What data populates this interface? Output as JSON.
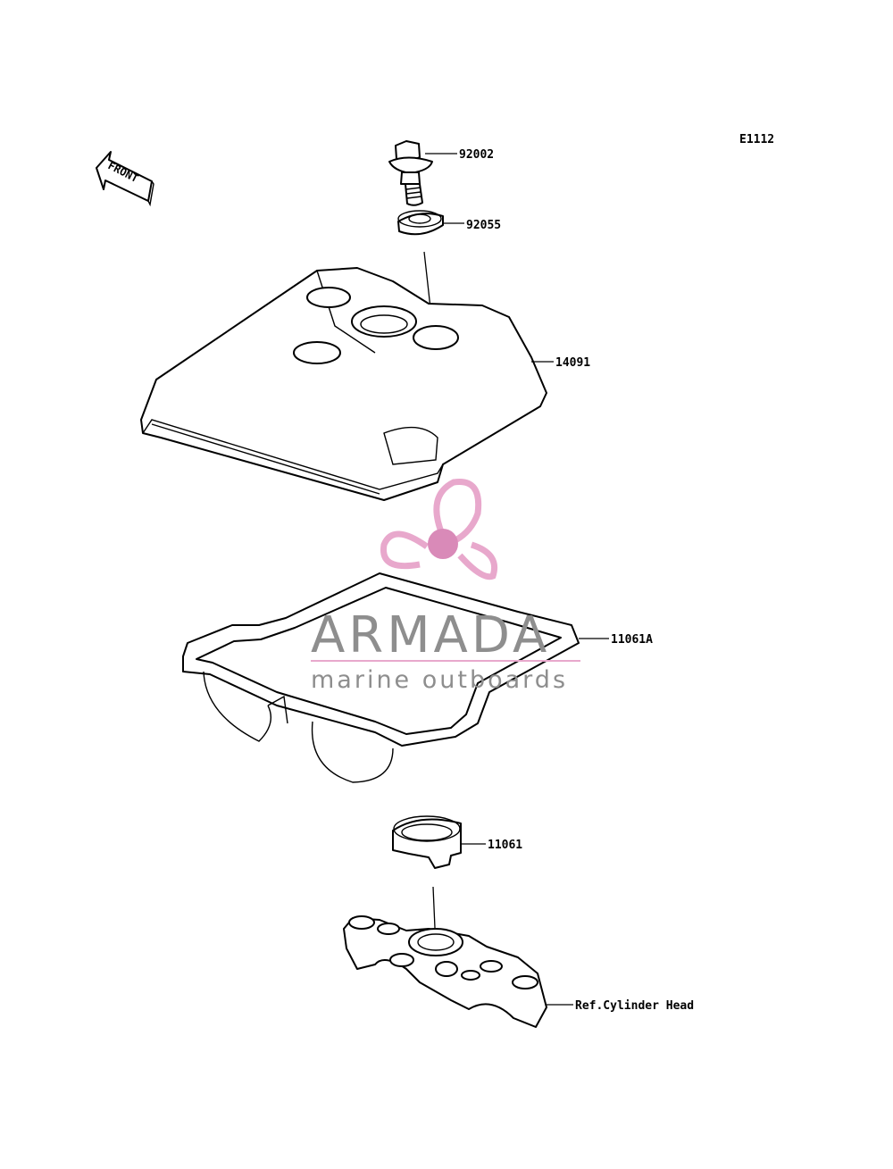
{
  "diagram_code": "E1112",
  "front_arrow_label": "FRONT",
  "parts": [
    {
      "id": "bolt",
      "number": "92002"
    },
    {
      "id": "washer",
      "number": "92055"
    },
    {
      "id": "head-cover",
      "number": "14091"
    },
    {
      "id": "gasket",
      "number": "11061A"
    },
    {
      "id": "plug-seal",
      "number": "11061"
    },
    {
      "id": "cylinder-head",
      "number": "Ref.Cylinder Head"
    }
  ],
  "watermark": {
    "brand": "ARMADA",
    "tagline": "marine outboards",
    "logo_color": "#e8a8cc",
    "logo_center_color": "#d98ab8",
    "text_color": "#8e8e8e"
  }
}
